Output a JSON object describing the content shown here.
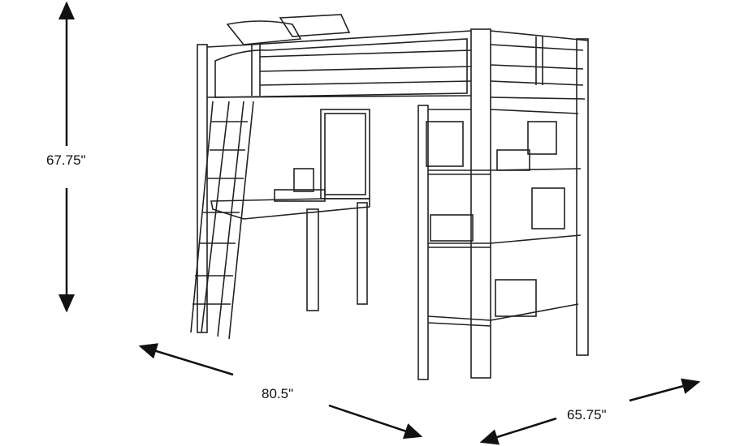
{
  "title": "Loft bed with desk and shelves – dimensions",
  "dimensions": {
    "height": "67.75\"",
    "width": "80.5\"",
    "depth": "65.75\""
  },
  "colors": {
    "line": "#111111",
    "background": "#ffffff"
  }
}
